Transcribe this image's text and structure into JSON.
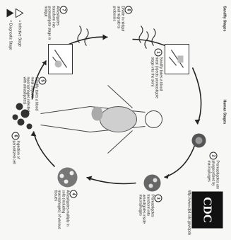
{
  "figure": {
    "logo": "CDC",
    "url": "http://www.dpd.cdc.gov/dpdx",
    "sections": {
      "sandfly": "Sandfly Stages",
      "human": "Human Stages"
    },
    "steps": [
      {
        "n": "1",
        "text": "Sandfly takes a blood meal (injects promastigote stage into the skin)"
      },
      {
        "n": "2",
        "text": "Promastigotes are phagocytized by macrophages"
      },
      {
        "n": "3",
        "text": "Promastigotes transform into amastigotes inside macrophages"
      },
      {
        "n": "4",
        "text": "Amastigotes multiply in cells (including macrophages) of various tissues"
      },
      {
        "n": "5",
        "text": "Sandfly takes a blood meal (ingests macrophages infected with amastigotes)"
      },
      {
        "n": "6",
        "text": "Ingestion of parasitized cell"
      },
      {
        "n": "7",
        "text": "Amastigotes transform into promastigote stage in midgut"
      },
      {
        "n": "8",
        "text": "Divide in midgut and migrate to proboscis"
      }
    ],
    "legend": [
      {
        "symbol": "i",
        "text": "= Infective Stage"
      },
      {
        "symbol": "d",
        "text": "= Diagnostic Stage"
      }
    ]
  }
}
